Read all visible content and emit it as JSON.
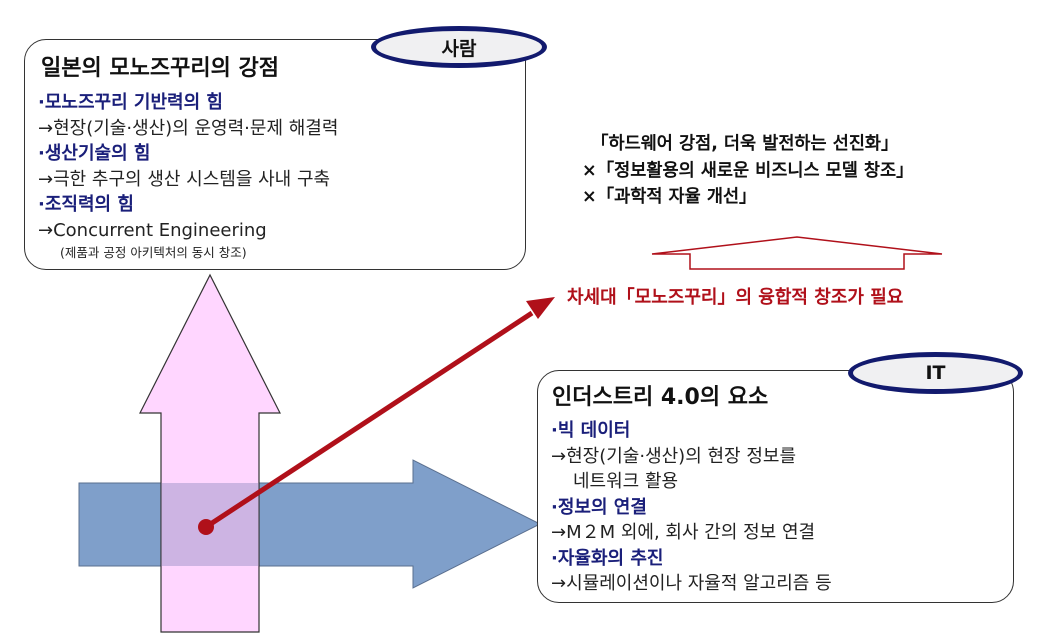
{
  "top_box": {
    "badge": "사람",
    "title": "일본의 모노즈꾸리의 강점",
    "items": [
      {
        "heading": "·모노즈꾸리 기반력의 힘",
        "detail": "→현장(기술·생산)의 운영력·문제 해결력"
      },
      {
        "heading": "·생산기술의 힘",
        "detail": "→극한 추구의 생산 시스템을 사내 구축"
      },
      {
        "heading": "·조직력의 힘",
        "detail": "→Concurrent Engineering",
        "note": "(제품과 공정 아키텍처의 동시 창조)"
      }
    ]
  },
  "conditions": {
    "line1": "「하드웨어 강점, 더욱 발전하는 선진화」",
    "line2": "×「정보활용의 새로운 비즈니스 모델 창조」",
    "line3": "×「과학적 자율 개선」"
  },
  "conclusion": "차세대「모노즈꾸리」의 융합적 창조가 필요",
  "it_box": {
    "badge": "IT",
    "title": "인더스트리 4.0의 요소",
    "items": [
      {
        "heading": "·빅 데이터",
        "detail": "→현장(기술·생산)의 현장 정보를",
        "detail2": "네트워크 활용"
      },
      {
        "heading": "·정보의 연결",
        "detail": "→M２M 외에, 회사 간의 정보 연결"
      },
      {
        "heading": "·자율화의 추진",
        "detail": "→시뮬레이션이나 자율적 알고리즘 등"
      }
    ]
  },
  "colors": {
    "vertical_arrow_fill": "#ffd6ff",
    "horizontal_arrow_fill": "#7f9fca",
    "overlap_fill": "#cdb4e3",
    "diagonal_arrow": "#b0101a",
    "badge_border": "#121a6e",
    "heading_text": "#1a1f7a"
  }
}
